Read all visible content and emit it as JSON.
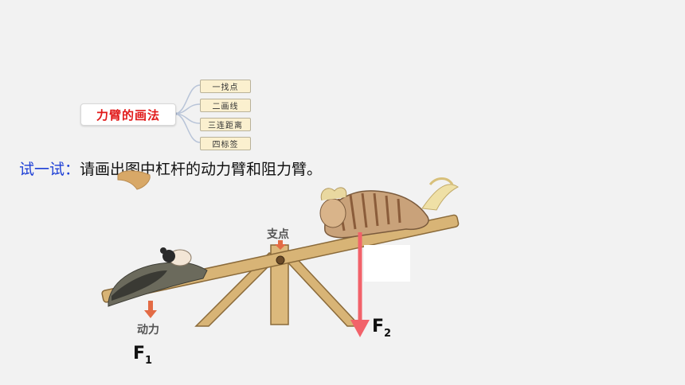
{
  "mindmap": {
    "root": "力臂的画法",
    "steps": [
      "一找点",
      "二画线",
      "三连距离",
      "四标签"
    ]
  },
  "instruction": {
    "lead": "试一试：",
    "text": "请画出图中杠杆的动力臂和阻力臂。"
  },
  "diagram": {
    "fulcrum_label": "支点",
    "effort_label": "动力",
    "f1": {
      "letter": "F",
      "sub": "1"
    },
    "f2": {
      "letter": "F",
      "sub": "2"
    }
  },
  "colors": {
    "title_red": "#e11a1a",
    "lead_blue": "#1d3fd6",
    "force_arrow": "#f2626a",
    "wood": "#d8b476",
    "wood_edge": "#8a6a3a",
    "effort_arrow": "#e36b45"
  }
}
